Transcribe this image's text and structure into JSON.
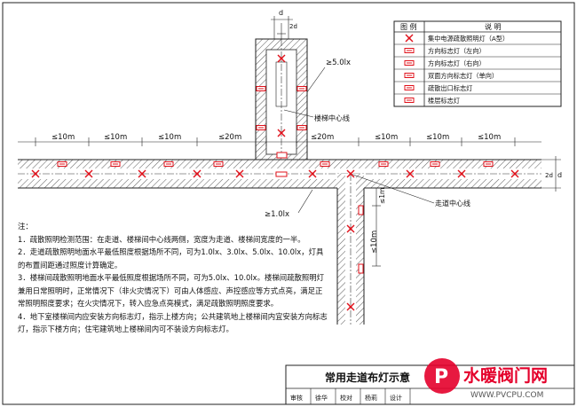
{
  "legend": {
    "header_symbol": "图 例",
    "header_desc": "说 明",
    "items": [
      {
        "icon": "cross-lamp-icon",
        "label": "集中电源疏散照明灯（A型）"
      },
      {
        "icon": "direction-left-icon",
        "label": "方向标志灯（左向）"
      },
      {
        "icon": "direction-right-icon",
        "label": "方向标志灯（右向）"
      },
      {
        "icon": "direction-double-icon",
        "label": "双面方向标志灯（单向）"
      },
      {
        "icon": "exit-sign-icon",
        "label": "疏散出口标志灯"
      },
      {
        "icon": "floor-sign-icon",
        "label": "楼层标志灯"
      }
    ]
  },
  "annotations": {
    "d_top": "d",
    "d_top2": "2d",
    "lux_5": "≥5.0lx",
    "lux_1": "≥1.0lx",
    "stair_centerline": "楼梯中心线",
    "corridor_centerline": "走道中心线",
    "d_right": "d",
    "d_right2": "2d",
    "spacing_left": [
      "≤10m",
      "≤10m",
      "≤10m",
      "≤20m"
    ],
    "spacing_right": [
      "≤20m",
      "≤10m",
      "≤10m",
      "≤10m"
    ],
    "spacing_vertical": [
      "≤1m",
      "≤10m"
    ]
  },
  "notes": {
    "title": "注：",
    "lines": [
      "1．疏散照明检测范围：在走道、楼梯间中心线两侧，宽度为走道、楼梯间宽度的一半。",
      "2．走道疏散照明地面水平最低照度根据场所不同，可为1.0lx、3.0lx、5.0lx、10.0lx，灯具",
      "    的布置间距通过照度计算确定。",
      "3．楼梯间疏散照明地面水平最低照度根据场所不同，可为5.0lx、10.0lx。楼梯间疏散照明灯",
      "    兼用日常照明时，正常情况下（非火灾情况下）可由人体感应、声控感应等方式点亮，满足正",
      "    常照明照度要求；在火灾情况下，转入应急点亮模式，满足疏散照明照度要求。",
      "4．地下室楼梯间内应安装方向标志灯，指示上楼方向；公共建筑地上楼梯间内宜安装方向标志",
      "    灯，指示下楼方向；住宅建筑地上楼梯间内可不装设方向标志灯。"
    ]
  },
  "title_block": {
    "title": "常用走道布灯示意",
    "row": [
      "审核",
      "徐华",
      "校对",
      "杨莉",
      "设计"
    ]
  },
  "watermark": {
    "brand": "水暖阀门网",
    "url": "WWW.PVCPU.COM"
  },
  "colors": {
    "lamp_red": "#e0101a",
    "hatch": "#555555",
    "line": "#222222"
  }
}
